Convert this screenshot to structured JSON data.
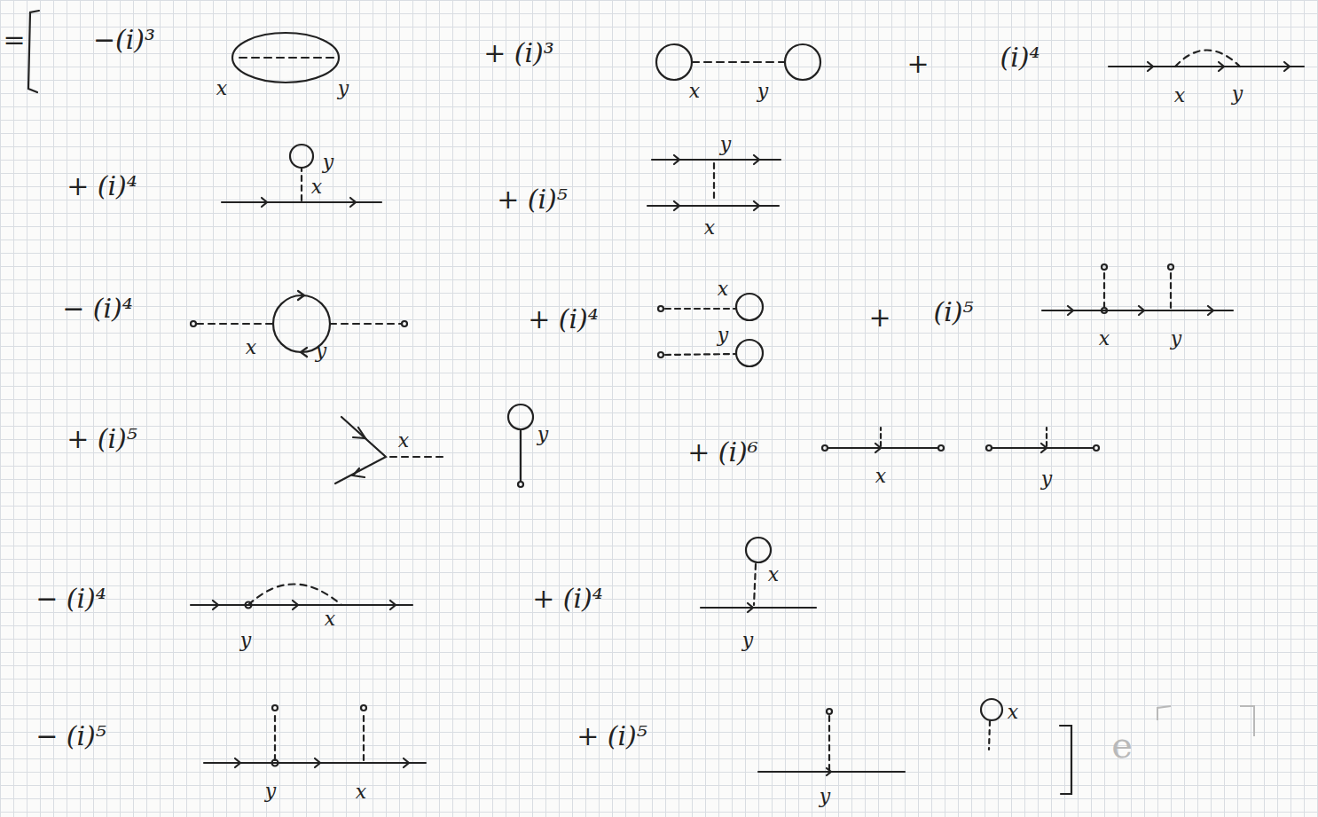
{
  "diagram": {
    "labels": [
      "=",
      "−(i)³",
      "x",
      "y",
      "+ (i)³",
      "x",
      "y",
      "+",
      "(i)⁴",
      "x",
      "y",
      "+ (i)⁴",
      "y",
      "x",
      "+ (i)⁵",
      "y",
      "x",
      "− (i)⁴",
      "x",
      "y",
      "+ (i)⁴",
      "x",
      "y",
      "+",
      "(i)⁵",
      "x",
      "y",
      "+ (i)⁵",
      "x",
      "y",
      "+ (i)⁶",
      "x",
      "y",
      "− (i)⁴",
      "y",
      "x",
      "+ (i)⁴",
      "x",
      "y",
      "− (i)⁵",
      "y",
      "x",
      "+ (i)⁵",
      "y",
      "x",
      "e"
    ]
  }
}
